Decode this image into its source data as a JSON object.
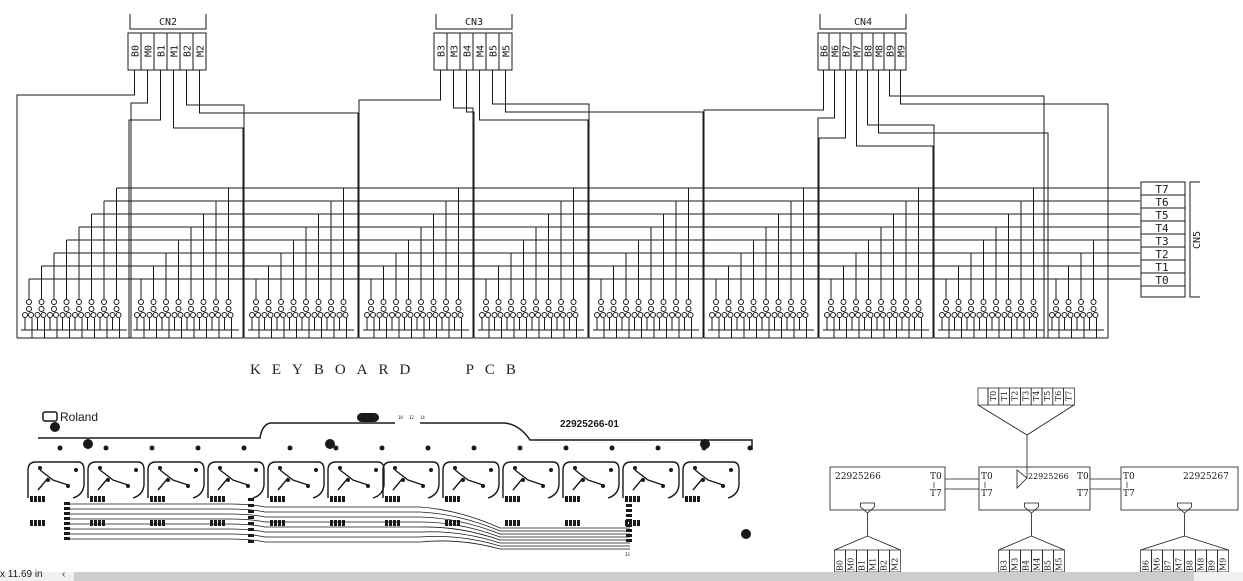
{
  "schematic": {
    "title": "KEYBOARD   PCB",
    "connectors": [
      {
        "name": "CN2",
        "pins": [
          "B0",
          "M0",
          "B1",
          "M1",
          "B2",
          "M2"
        ]
      },
      {
        "name": "CN3",
        "pins": [
          "B3",
          "M3",
          "B4",
          "M4",
          "B5",
          "M5"
        ]
      },
      {
        "name": "CN4",
        "pins": [
          "B6",
          "M6",
          "B7",
          "M7",
          "B8",
          "M8",
          "B9",
          "M9"
        ]
      }
    ],
    "cn5": {
      "name": "CN5",
      "pins": [
        "T7",
        "T6",
        "T5",
        "T4",
        "T3",
        "T2",
        "T1",
        "T0"
      ]
    }
  },
  "pcb": {
    "logo": "Roland",
    "part_number": "22925266-01",
    "pad_numbers": [
      "10",
      "12",
      "14",
      "33"
    ]
  },
  "block_diagram": {
    "top_connector": [
      "T0",
      "T1",
      "T2",
      "T3",
      "T4",
      "T5",
      "T6",
      "T7"
    ],
    "boxes": [
      {
        "id": "22925266",
        "t_first": "T0",
        "t_last": "T7"
      },
      {
        "id": "22925266",
        "t_first": "T0",
        "t_last": "T7",
        "t_first_right": "T0",
        "t_last_right": "T7"
      },
      {
        "id": "22925267",
        "t_first": "T0",
        "t_last": "T7"
      }
    ],
    "bottom_connectors": [
      [
        "B0",
        "M0",
        "B1",
        "M1",
        "B2",
        "M2"
      ],
      [
        "B3",
        "M3",
        "B4",
        "M4",
        "B5",
        "M5"
      ],
      [
        "B6",
        "M6",
        "B7",
        "M7",
        "B8",
        "M8",
        "B9",
        "M9"
      ]
    ]
  },
  "statusbar": {
    "page_size": "x 11.69 in",
    "prev": "‹"
  },
  "colors": {
    "ink": "#1a1a1a",
    "paper": "#ffffff",
    "scrollbar": "#cdcdcd"
  }
}
